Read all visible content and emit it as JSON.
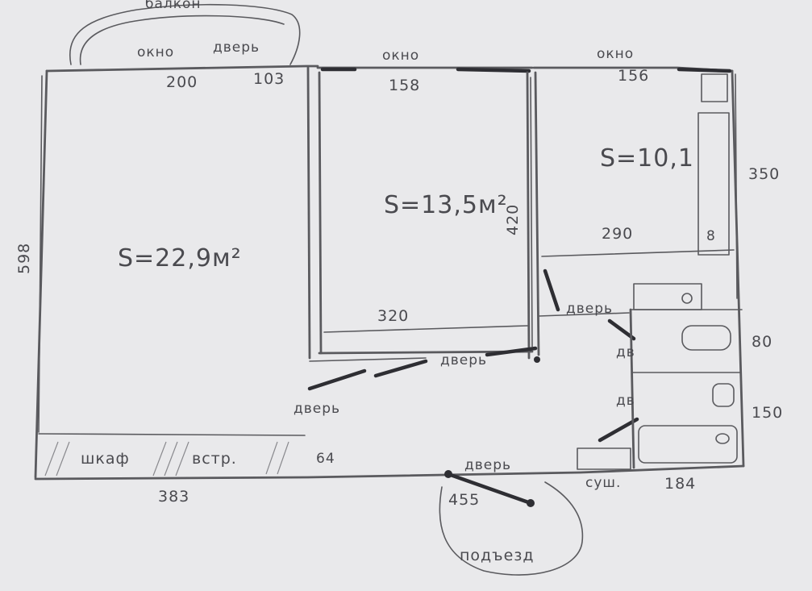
{
  "labels": {
    "balcony": "балкон",
    "window_1": "окно",
    "door_balcony": "дверь",
    "window_2": "окно",
    "window_3": "окно",
    "door_room": "дверь",
    "door_hall": "дверь",
    "door_kitchen": "дверь",
    "door_entry": "дверь",
    "door_wc": "дв",
    "door_bath": "дв",
    "wardrobe_1": "шкаф",
    "wardrobe_2": "встр.",
    "dryer": "суш.",
    "entrance": "подъезд"
  },
  "dims": {
    "d200": "200",
    "d103": "103",
    "d158": "158",
    "d156": "156",
    "d598": "598",
    "d420": "420",
    "d320": "320",
    "d350": "350",
    "d290": "290",
    "d8": "8",
    "d80": "80",
    "d150": "150",
    "d184": "184",
    "d383": "383",
    "d455": "455",
    "d64": "64"
  },
  "areas": {
    "living": "S=22,9м²",
    "bedroom": "S=13,5м²",
    "kitchen": "S=10,1"
  },
  "colors": {
    "paper": "#e9e9eb",
    "pencil": "#5a5a5e"
  }
}
